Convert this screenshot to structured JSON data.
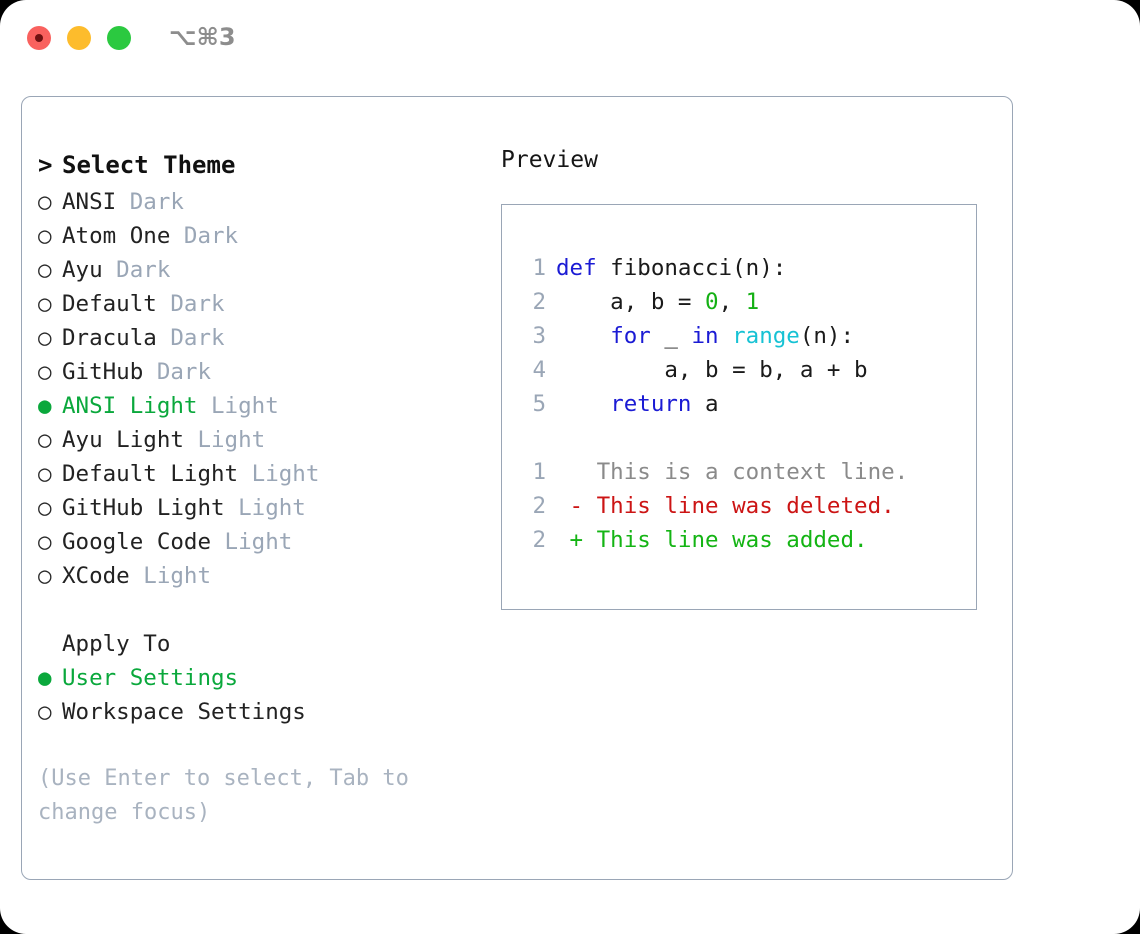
{
  "window": {
    "shortcut_label": "⌥⌘3",
    "traffic_lights": [
      "close-red",
      "minimize-yellow",
      "maximize-green"
    ]
  },
  "colors": {
    "accent_green": "#0aa83c",
    "muted_blue_gray": "#9aa6b6",
    "hint_gray": "#a9b3c0",
    "border": "#9aa6b6",
    "keyword_blue": "#1b1bd4",
    "function_cyan": "#17c2d4",
    "number_green": "#14b014",
    "diff_added": "#14b414",
    "diff_deleted": "#cc1414",
    "diff_context": "#8a8a8a"
  },
  "theme_picker": {
    "prompt": ">",
    "title": "Select Theme",
    "bullet_selected": "●",
    "bullet_unselected": "○",
    "items": [
      {
        "name": "ANSI",
        "variant": "Dark",
        "selected": false
      },
      {
        "name": "Atom One",
        "variant": "Dark",
        "selected": false
      },
      {
        "name": "Ayu",
        "variant": "Dark",
        "selected": false
      },
      {
        "name": "Default",
        "variant": "Dark",
        "selected": false
      },
      {
        "name": "Dracula",
        "variant": "Dark",
        "selected": false
      },
      {
        "name": "GitHub",
        "variant": "Dark",
        "selected": false
      },
      {
        "name": "ANSI Light",
        "variant": "Light",
        "selected": true
      },
      {
        "name": "Ayu Light",
        "variant": "Light",
        "selected": false
      },
      {
        "name": "Default Light",
        "variant": "Light",
        "selected": false
      },
      {
        "name": "GitHub Light",
        "variant": "Light",
        "selected": false
      },
      {
        "name": "Google Code",
        "variant": "Light",
        "selected": false
      },
      {
        "name": "XCode",
        "variant": "Light",
        "selected": false
      }
    ]
  },
  "apply_to": {
    "label": "Apply To",
    "options": [
      {
        "name": "User Settings",
        "selected": true
      },
      {
        "name": "Workspace Settings",
        "selected": false
      }
    ]
  },
  "hint": "(Use Enter to select, Tab to change focus)",
  "preview": {
    "title": "Preview",
    "code_lines": [
      {
        "number": "1",
        "tokens": [
          {
            "text": "def",
            "style": "kw"
          },
          {
            "text": " fibonacci(n):",
            "style": "plain"
          }
        ]
      },
      {
        "number": "2",
        "tokens": [
          {
            "text": "    a, b = ",
            "style": "plain"
          },
          {
            "text": "0",
            "style": "num"
          },
          {
            "text": ", ",
            "style": "plain"
          },
          {
            "text": "1",
            "style": "num"
          }
        ]
      },
      {
        "number": "3",
        "tokens": [
          {
            "text": "    ",
            "style": "plain"
          },
          {
            "text": "for",
            "style": "kw"
          },
          {
            "text": " _ ",
            "style": "plain"
          },
          {
            "text": "in",
            "style": "kw"
          },
          {
            "text": " ",
            "style": "plain"
          },
          {
            "text": "range",
            "style": "fn"
          },
          {
            "text": "(n):",
            "style": "plain"
          }
        ]
      },
      {
        "number": "4",
        "tokens": [
          {
            "text": "        a, b = b, a + b",
            "style": "plain"
          }
        ]
      },
      {
        "number": "5",
        "tokens": [
          {
            "text": "    ",
            "style": "plain"
          },
          {
            "text": "return",
            "style": "kw"
          },
          {
            "text": " a",
            "style": "plain"
          }
        ]
      }
    ],
    "diff_lines": [
      {
        "number": "1",
        "marker": " ",
        "text": " This is a context line.",
        "style": "ctx"
      },
      {
        "number": "2",
        "marker": "-",
        "text": " This line was deleted.",
        "style": "del"
      },
      {
        "number": "2",
        "marker": "+",
        "text": " This line was added.",
        "style": "add"
      }
    ]
  }
}
